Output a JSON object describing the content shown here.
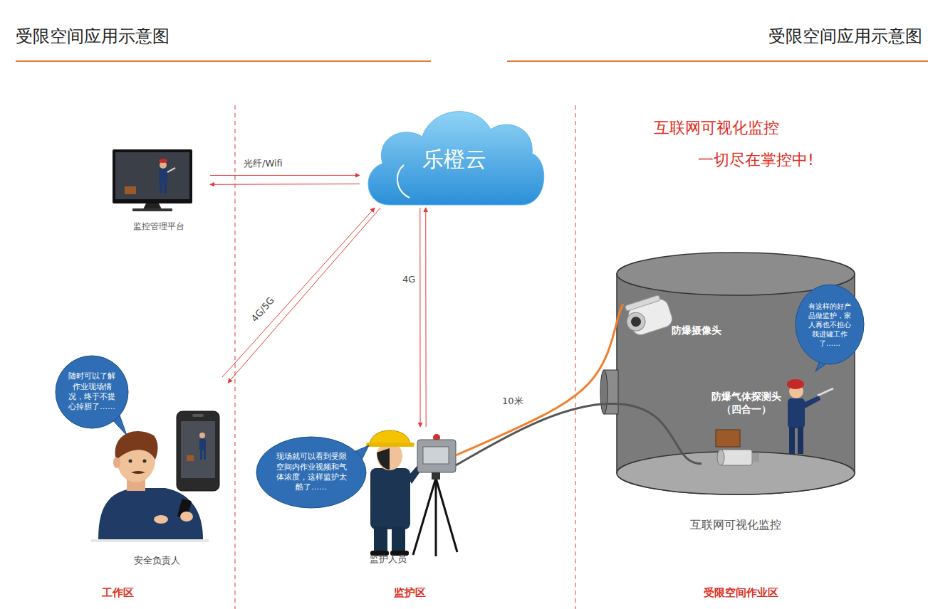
{
  "diagram": {
    "title": "受限空间应用示意图",
    "nodes": [
      {
        "text": [
          "监控管理平台"
        ]
      },
      {
        "text": [
          "乐橙云"
        ]
      },
      {
        "text": [
          "互联网可视化监控"
        ]
      },
      {
        "text": [
          "防爆摄像头"
        ],
        "in": 2
      },
      {
        "text": [
          "有这样的好产品做监护，家人再也不担心我进罐工作了……"
        ],
        "in": 2
      },
      {
        "text": [
          "防爆气体探测头 （四合一）"
        ],
        "in": 2
      },
      {
        "text": [
          "随时可以了解作业现场情况，终于不提心掉胆了……"
        ]
      },
      {
        "text": [
          "安全负责人"
        ]
      },
      {
        "text": [
          "现场就可以看到受限空间内作业视频和气体浓度，这样监护太酷了……"
        ]
      },
      {
        "text": [
          "监护人员"
        ]
      }
    ],
    "edges": [
      {
        "from": 0,
        "to": 1,
        "arrow": "to",
        "label": "光纤/Wifi"
      },
      {
        "from": 1,
        "to": 0,
        "arrow": "to"
      },
      {
        "from": 7,
        "to": 1,
        "arrow": "to",
        "label": "4G/5G"
      },
      {
        "from": 1,
        "to": 7,
        "arrow": "to"
      },
      {
        "from": 9,
        "to": 1,
        "arrow": "to",
        "label": "4G"
      },
      {
        "from": 1,
        "to": 9,
        "arrow": "to"
      },
      {
        "from": 9,
        "to": 3,
        "arrow": "none",
        "label": "10米"
      },
      {
        "from": 9,
        "to": 5,
        "arrow": "none"
      }
    ],
    "labels": [
      "受限空间应用示意图",
      "互联网可视化监控",
      "一切尽在掌控中!",
      "工作区",
      "监护区",
      "受限空间作业区"
    ]
  }
}
